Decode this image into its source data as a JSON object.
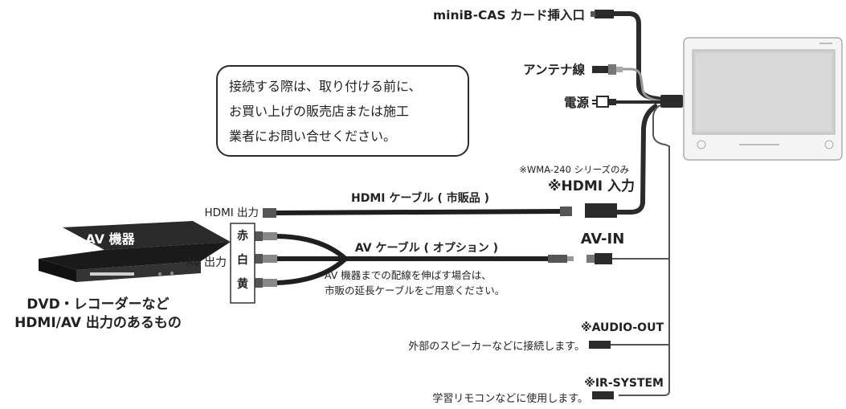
{
  "labels": {
    "minib_cas": "miniB-CAS カード挿入口",
    "antenna": "アンテナ線",
    "power": "電源",
    "wma_note": "※WMA-240 シリーズのみ",
    "hdmi_in": "※HDMI 入力",
    "hdmi_out": "HDMI 出力",
    "hdmi_cable": "HDMI ケーブル ( 市販品 )",
    "av_device": "AV 機器",
    "av_out": "AV 出力",
    "av_cable": "AV ケーブル ( オプション )",
    "av_in": "AV-IN",
    "jack_red": "赤",
    "jack_white": "白",
    "jack_yellow": "黄",
    "extension_note": [
      "AV 機器までの配線を伸ばす場合は、",
      "市販の延長ケーブルをご用意ください。"
    ],
    "device_caption": [
      "DVD・レコーダーなど",
      "HDMI/AV 出力のあるもの"
    ],
    "audio_out": "※AUDIO-OUT",
    "audio_out_desc": "外部のスピーカーなどに接続します。",
    "ir_system": "※IR-SYSTEM",
    "ir_system_desc": "学習リモコンなどに使用します。",
    "notice": [
      "接続する際は、取り付ける前に、",
      "お買い上げの販売店または施工",
      "業者にお問い合せください。"
    ]
  },
  "colors": {
    "cable_dark": "#2b2b2b",
    "cable_grey": "#9a9a9a",
    "thin_line": "#555555",
    "monitor_frame": "#e9e9e9",
    "screen": "#cfcfcf"
  },
  "icons": [
    "connector-plug-icon",
    "power-plug-icon",
    "antenna-plug-icon",
    "rca-plug-icon"
  ]
}
